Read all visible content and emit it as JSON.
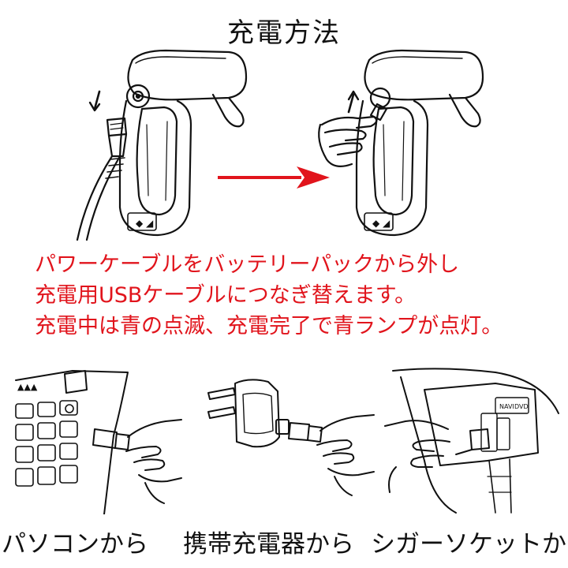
{
  "title": "充電方法",
  "instructions": [
    "パワーケーブルをバッテリーパックから外し",
    "充電用USBケーブルにつなぎ替えます。",
    "充電中は青の点滅、充電完了で青ランプが点灯。"
  ],
  "captions": [
    "パソコンから",
    "携帯充電器から",
    "シガーソケットから"
  ],
  "dvd_labels": [
    "NAVI",
    "DVD"
  ],
  "colors": {
    "instruction_text": "#e1141c",
    "arrow": "#e1141c"
  }
}
